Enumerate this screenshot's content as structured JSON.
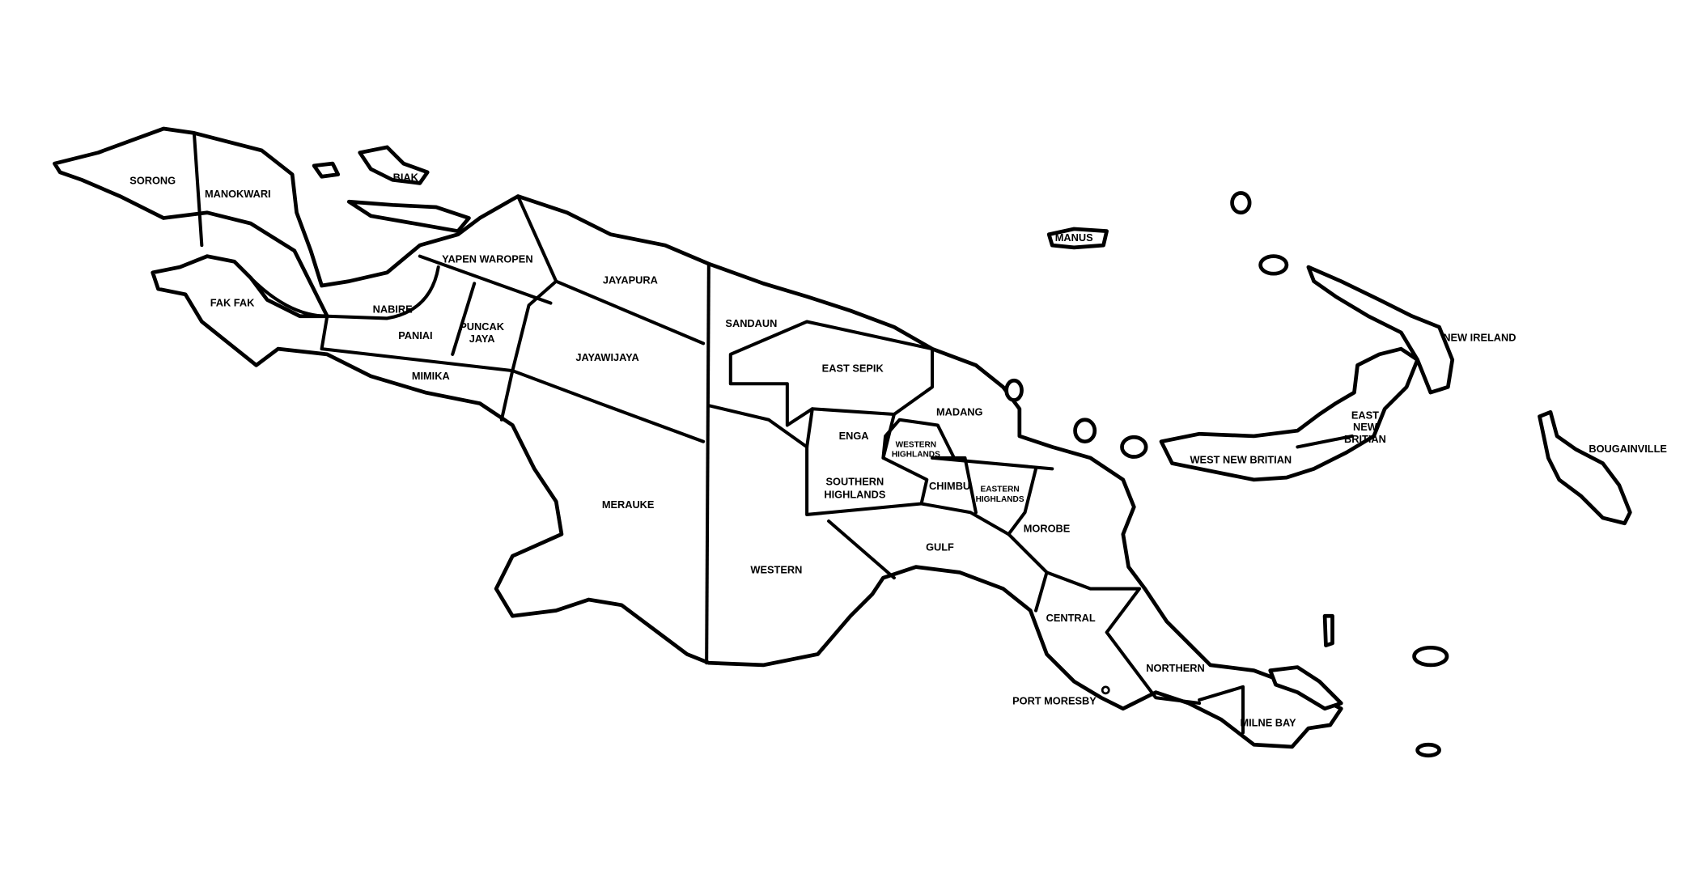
{
  "map": {
    "colors": {
      "land": "#ffffff",
      "border": "#000000",
      "background": "#ffffff"
    },
    "regions": [
      {
        "lines": [
          "SORONG"
        ]
      },
      {
        "lines": [
          "MANOKWARI"
        ]
      },
      {
        "lines": [
          "BIAK"
        ]
      },
      {
        "lines": [
          "FAK FAK"
        ]
      },
      {
        "lines": [
          "NABIRE"
        ]
      },
      {
        "lines": [
          "YAPEN WAROPEN"
        ]
      },
      {
        "lines": [
          "JAYAPURA"
        ]
      },
      {
        "lines": [
          "PANIAI"
        ]
      },
      {
        "lines": [
          "PUNCAK",
          "JAYA"
        ]
      },
      {
        "lines": [
          "MIMIKA"
        ]
      },
      {
        "lines": [
          "JAYAWIJAYA"
        ]
      },
      {
        "lines": [
          "MERAUKE"
        ]
      },
      {
        "lines": [
          "SANDAUN"
        ]
      },
      {
        "lines": [
          "EAST SEPIK"
        ]
      },
      {
        "lines": [
          "MADANG"
        ]
      },
      {
        "lines": [
          "ENGA"
        ]
      },
      {
        "lines": [
          "WESTERN",
          "HIGHLANDS"
        ]
      },
      {
        "lines": [
          "SOUTHERN",
          "HIGHLANDS"
        ]
      },
      {
        "lines": [
          "CHIMBU"
        ]
      },
      {
        "lines": [
          "EASTERN",
          "HIGHLANDS"
        ]
      },
      {
        "lines": [
          "MOROBE"
        ]
      },
      {
        "lines": [
          "GULF"
        ]
      },
      {
        "lines": [
          "WESTERN"
        ]
      },
      {
        "lines": [
          "CENTRAL"
        ]
      },
      {
        "lines": [
          "NORTHERN"
        ]
      },
      {
        "lines": [
          "PORT MORESBY"
        ]
      },
      {
        "lines": [
          "MILNE BAY"
        ]
      },
      {
        "lines": [
          "MANUS"
        ]
      },
      {
        "lines": [
          "NEW IRELAND"
        ]
      },
      {
        "lines": [
          "EAST",
          "NEW",
          "BRITIAN"
        ]
      },
      {
        "lines": [
          "WEST NEW BRITIAN"
        ]
      },
      {
        "lines": [
          "BOUGAINVILLE"
        ]
      }
    ]
  }
}
